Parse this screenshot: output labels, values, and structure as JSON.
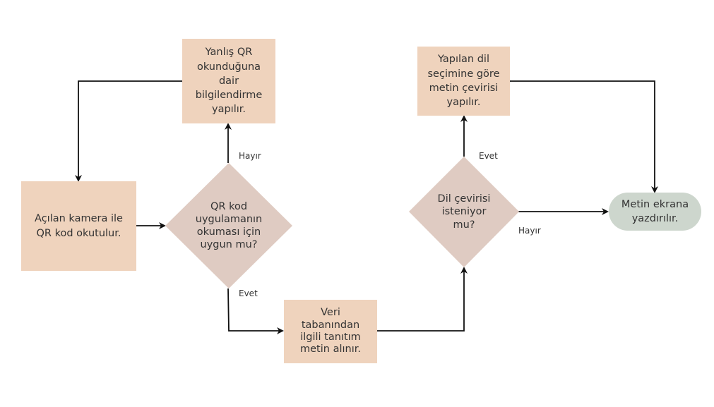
{
  "diagram": {
    "nodes": {
      "scan": "Açılan kamera ile QR kod okutulur.",
      "check": "QR kod uygulamanın okuması için uygun mu?",
      "wrong": "Yanlış QR okunduğuna dair bilgilendirme yapılır.",
      "fetch": "Veri tabanından ilgili tanıtım metin alınır.",
      "translate_q": "Dil çevirisi isteniyor mu?",
      "translate": "Yapılan dil seçimine göre metin çevirisi yapılır.",
      "output": "Metin ekrana yazdırılır."
    },
    "edge_labels": {
      "check_no": "Hayır",
      "check_yes": "Evet",
      "translate_yes": "Evet",
      "translate_no": "Hayır"
    },
    "colors": {
      "process": "#efd3bd",
      "decision": "#dfcbc2",
      "terminal": "#cdd6cd",
      "arrow": "#111111"
    }
  }
}
